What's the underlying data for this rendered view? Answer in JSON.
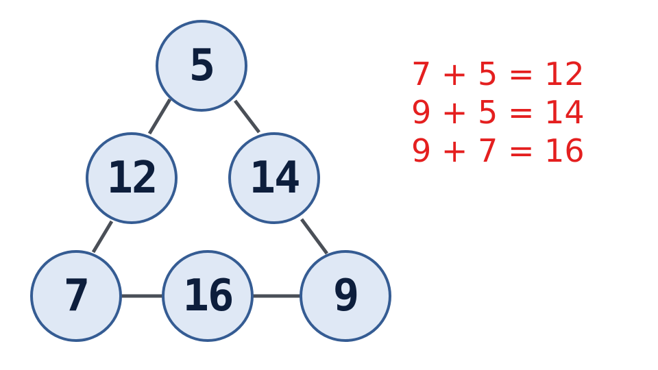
{
  "colors": {
    "node_fill": "#dfe8f5",
    "node_border": "#355c93",
    "node_text": "#0d1e3c",
    "connector": "#4a4f57",
    "equation_text": "#e41f1f"
  },
  "triangle": {
    "top": "5",
    "mid_left": "12",
    "mid_right": "14",
    "bottom_left": "7",
    "bottom_middle": "16",
    "bottom_right": "9"
  },
  "equations": [
    "7 + 5 = 12",
    "9 + 5 = 14",
    "9 + 7 = 16"
  ]
}
